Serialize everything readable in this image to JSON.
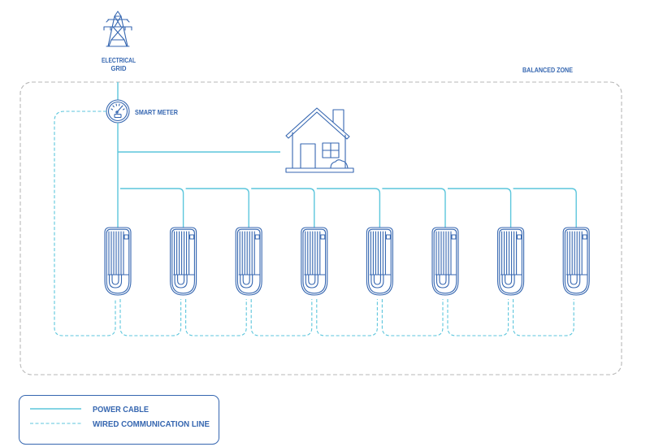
{
  "diagram": {
    "grid_label_line1": "ELECTRICAL",
    "grid_label_line2": "GRID",
    "smart_meter_label": "SMART METER",
    "zone_label": "BALANCED ZONE",
    "charger_count": 8,
    "nodes": [
      "electrical-grid",
      "smart-meter",
      "house",
      "ev-charger"
    ]
  },
  "legend": {
    "power_cable": "POWER CABLE",
    "comm_line": "WIRED COMMUNICATION LINE"
  },
  "colors": {
    "icon": "#3566b0",
    "power_cable": "#5cc6dc",
    "comm_line": "#5cc6dc",
    "zone_border": "#b7b7b7",
    "label": "#3566b0"
  }
}
